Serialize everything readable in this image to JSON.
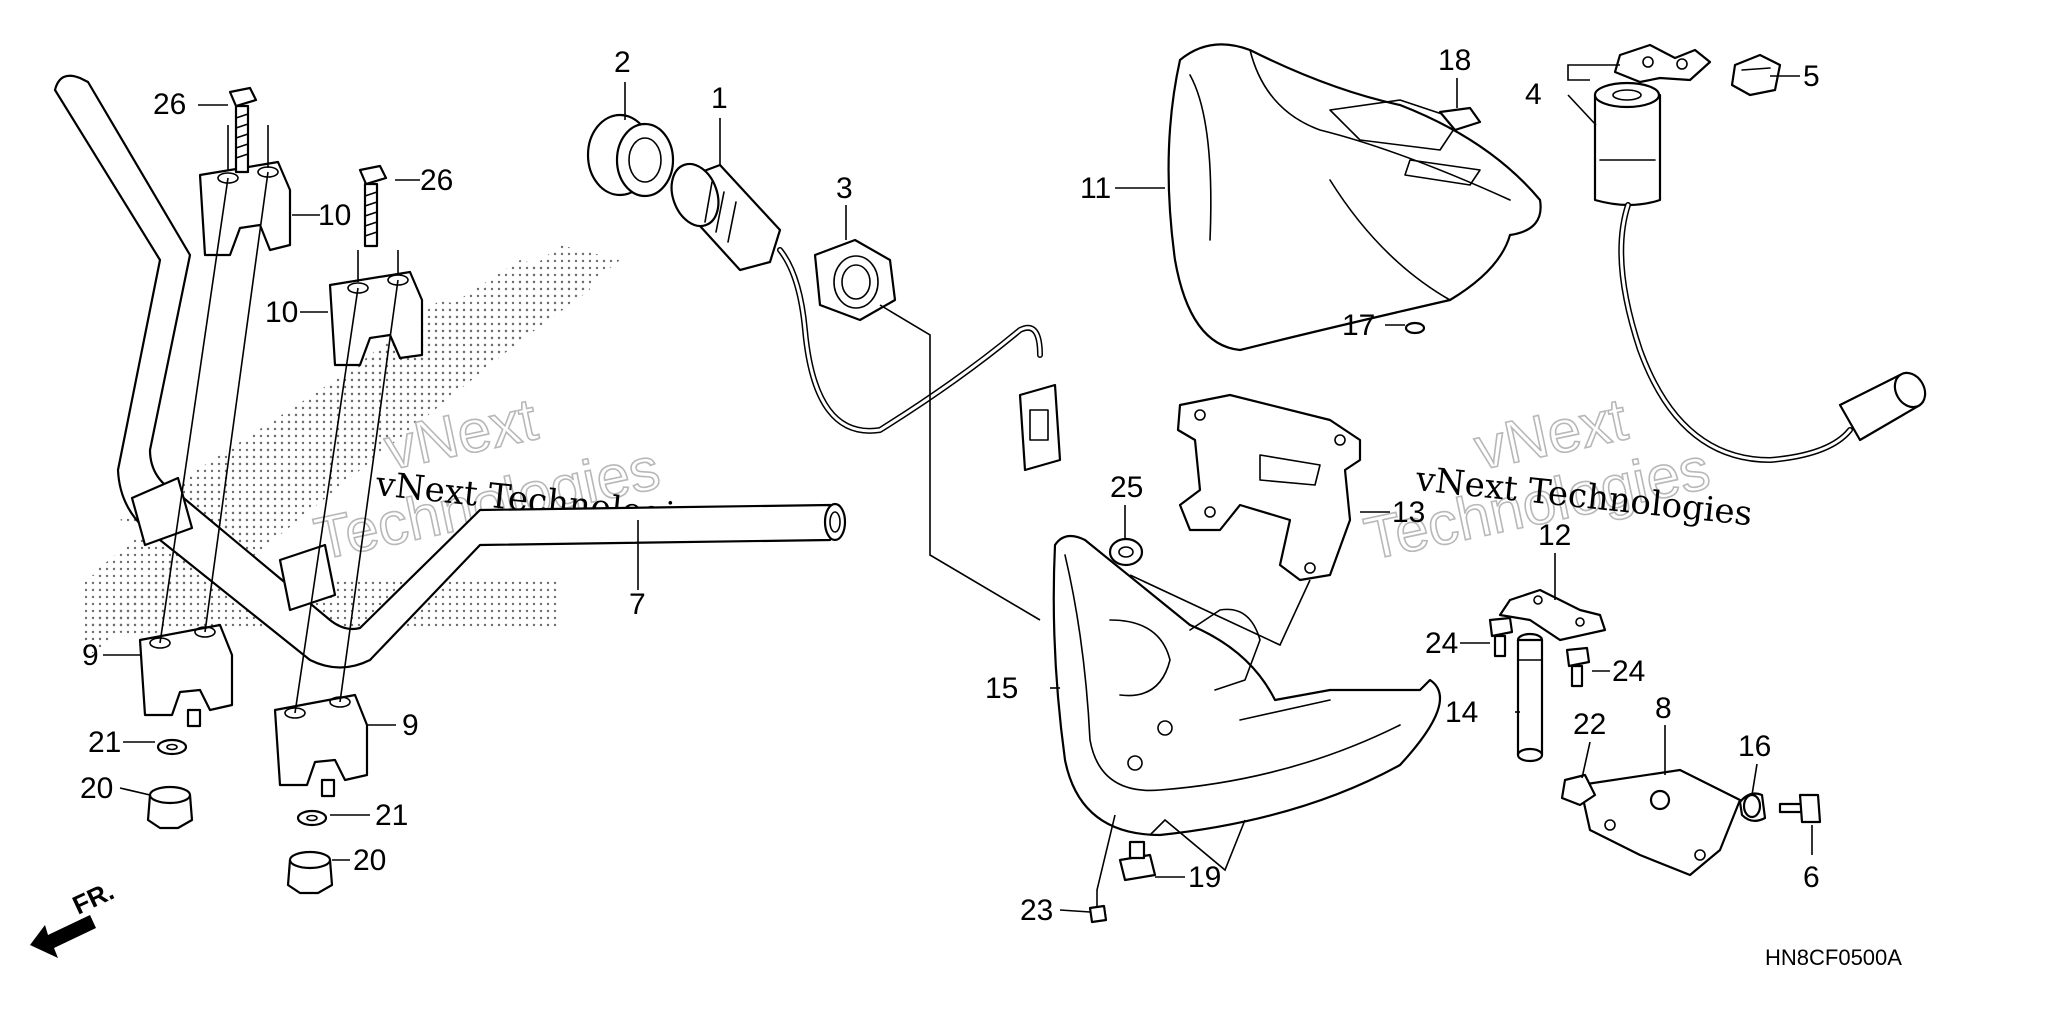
{
  "diagram": {
    "watermark": {
      "line1": "vNext",
      "line2": "Technologies",
      "caption": "vNext Technologies"
    },
    "code": "HN8CF0500A",
    "front_marker": "FR.",
    "callouts": {
      "c1": "1",
      "c2": "2",
      "c3": "3",
      "c4": "4",
      "c5": "5",
      "c6": "6",
      "c7": "7",
      "c8": "8",
      "c9a": "9",
      "c9b": "9",
      "c10a": "10",
      "c10b": "10",
      "c11": "11",
      "c12": "12",
      "c13": "13",
      "c14": "14",
      "c15": "15",
      "c16": "16",
      "c17": "17",
      "c18": "18",
      "c19": "19",
      "c20a": "20",
      "c20b": "20",
      "c21a": "21",
      "c21b": "21",
      "c22": "22",
      "c23": "23",
      "c24a": "24",
      "c24b": "24",
      "c25": "25",
      "c26a": "26",
      "c26b": "26"
    }
  }
}
